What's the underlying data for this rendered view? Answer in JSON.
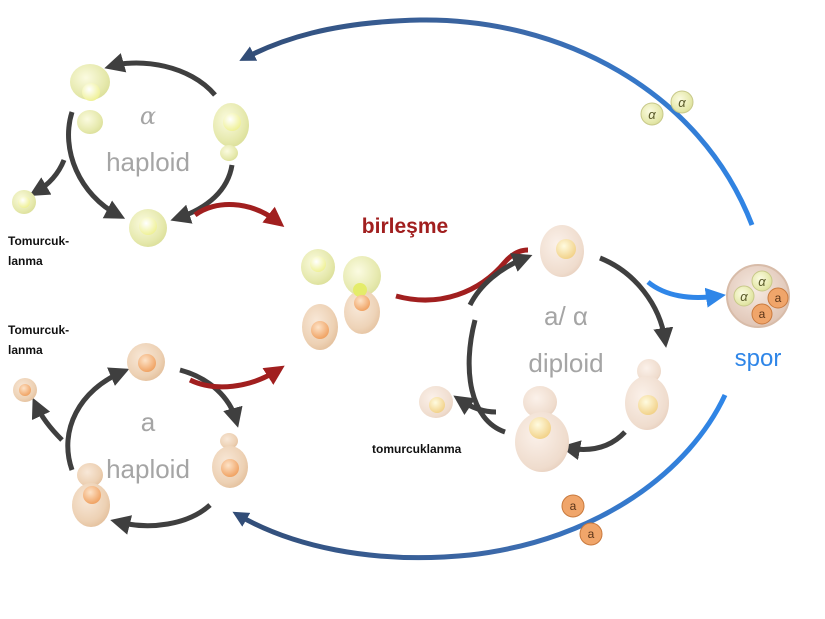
{
  "labels": {
    "alpha_symbol": "α",
    "alpha_cycle": "haploid",
    "a_symbol": "a",
    "a_cycle": "haploid",
    "budding_top_line1": "Tomurcuk-",
    "budding_top_line2": "lanma",
    "budding_bottom_line1": "Tomurcuk-",
    "budding_bottom_line2": "lanma",
    "fusion": "birleşme",
    "diploid_type": "a/ α",
    "diploid_cycle": "diploid",
    "diploid_budding": "tomurcuklanma",
    "spore": "spor"
  },
  "spore_letters": {
    "alpha": "α",
    "a": "a"
  },
  "colors": {
    "alpha_cell": "#e9ecb0",
    "alpha_cell_core": "#f6f7c8",
    "a_cell": "#efd3b8",
    "a_cell_core": "#f2b57e",
    "diploid_cell": "#f1dfd2",
    "cycle_arrow": "#3f3f3f",
    "fusion_arrow": "#a11f1f",
    "fusion_label": "#a11f1f",
    "spore_arrow_dark": "#344f79",
    "spore_arrow_light": "#2f86e8",
    "spore_label": "#2f86e8",
    "spore_sac": "#e9d5c8"
  }
}
